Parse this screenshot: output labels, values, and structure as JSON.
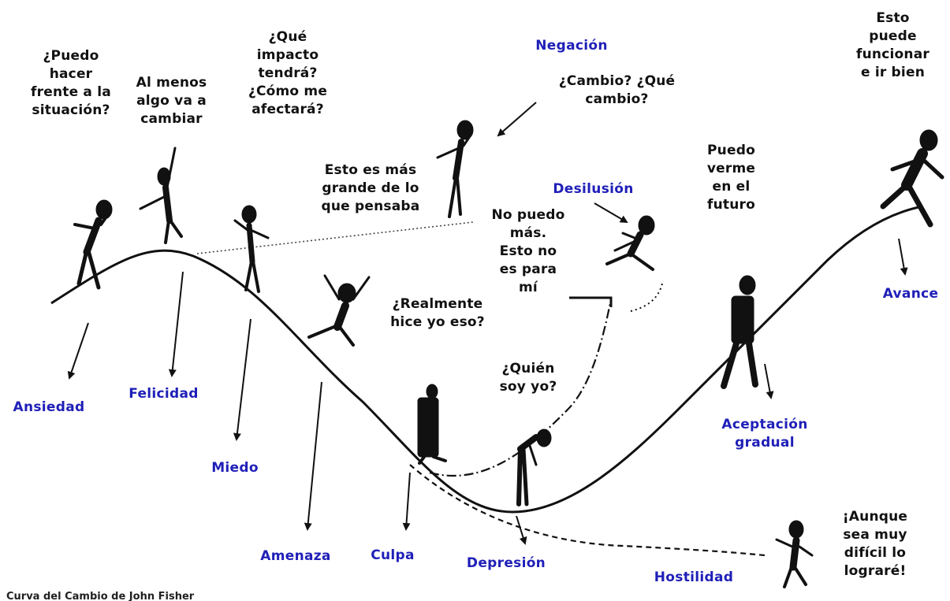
{
  "colors": {
    "label": "#1f1fb8",
    "ink": "#111111"
  },
  "quotes": {
    "puedo_hacer": "¿Puedo\nhacer\nfrente a la\nsituación?",
    "al_menos": "Al menos\nalgo va a\ncambiar",
    "que_impacto": "¿Qué\nimpacto\ntendrá?\n¿Cómo me\nafectará?",
    "cambio": "¿Cambio? ¿Qué\ncambio?",
    "esto_es_mas": "Esto es más\ngrande de lo\nque pensaba",
    "no_puedo": "No puedo\nmás.\nEsto no\nes para\nmí",
    "realmente": "¿Realmente\nhice yo eso?",
    "quien_soy": "¿Quién\nsoy yo?",
    "puedo_verme": "Puedo\nverme\nen el\nfuturo",
    "esto_puede": "Esto\npuede\nfuncionar\ne ir bien",
    "aunque": "¡Aunque\nsea muy\ndifícil lo\nlograré!"
  },
  "labels": {
    "negacion": "Negación",
    "desilusion": "Desilusión",
    "ansiedad": "Ansiedad",
    "felicidad": "Felicidad",
    "miedo": "Miedo",
    "amenaza": "Amenaza",
    "culpa": "Culpa",
    "depresion": "Depresión",
    "hostilidad": "Hostilidad",
    "aceptacion": "Aceptación\ngradual",
    "avance": "Avance"
  },
  "caption": "Curva del Cambio de John Fisher"
}
